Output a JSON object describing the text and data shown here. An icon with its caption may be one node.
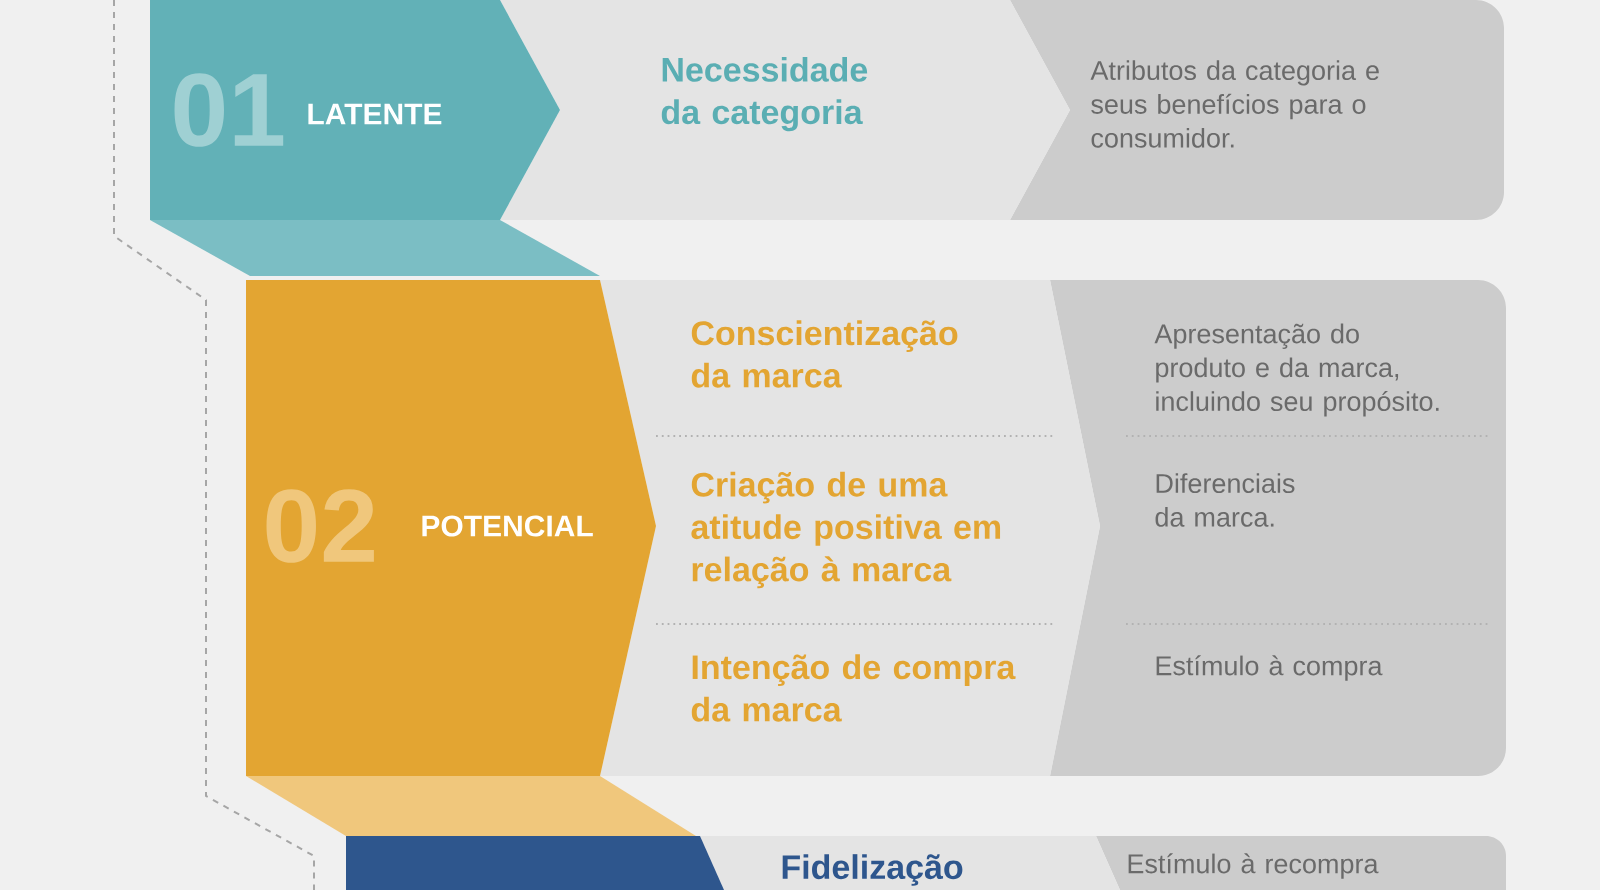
{
  "diagram": {
    "nodes": [
      {
        "text": [
          "01",
          "LATENTE"
        ]
      },
      {
        "text": [
          "Necessidade da categoria"
        ]
      },
      {
        "text": [
          "Atributos da categoria e seus benefícios para o consumidor."
        ]
      },
      {
        "text": [
          "02",
          "POTENCIAL"
        ]
      },
      {
        "text": [
          "Conscientização da marca",
          "Criação de uma atitude positiva em relação à marca",
          "Intenção de compra da marca"
        ]
      },
      {
        "text": [
          "Apresentação do produto e da marca, incluindo seu propósito.",
          "Diferenciais da marca.",
          "Estímulo à compra"
        ]
      },
      {
        "text": [],
        "shape": "box"
      },
      {
        "text": [
          "Fidelização"
        ]
      },
      {
        "text": [
          "Estímulo à recompra"
        ]
      }
    ]
  }
}
